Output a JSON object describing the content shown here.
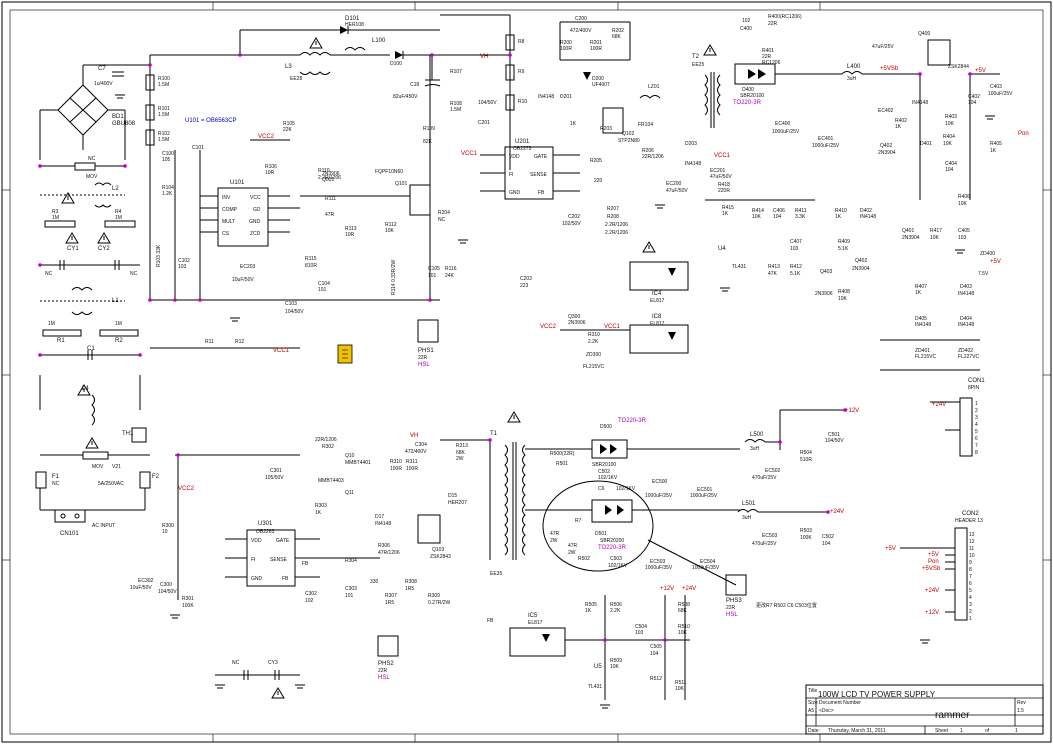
{
  "title_block": {
    "title_label": "Title",
    "title": "100W LCD TV POWER SUPPLY",
    "size_label": "Size",
    "size": "A5",
    "doc_label": "Document Number",
    "doc": "<Doc>",
    "rev_label": "Rev",
    "rev": "1.5",
    "date_label": "Date:",
    "date": "Thursday, March 31, 2011",
    "sheet_label": "Sheet",
    "sheet": "1",
    "of_label": "of",
    "of": "1",
    "author": "rammer"
  },
  "primary_ic_note": "U101 = OB6563CP",
  "annotation_note": "更改R7 R502 C6 C503位置",
  "nets": {
    "vcc2": "VCC2",
    "vcc1": "VCC1",
    "vh": "VH",
    "plus12v": "+12V",
    "plus24v": "+24V",
    "plus5v": "+5V",
    "plus5vsb": "+5VSb",
    "pon": "Pon",
    "fb": "FB",
    "fi": "FI"
  },
  "input": {
    "cn101": "CN101",
    "ac_input": "AC INPUT",
    "f1": "F1",
    "f1_val": "NC",
    "f2": "F2",
    "f2_val": "5A/250VAC",
    "th1": "TH1",
    "v21": "V21",
    "mov": "MOV",
    "nc": "NC",
    "r1": "R1",
    "r2": "R2",
    "r1_val": "1M",
    "l1": "L1",
    "l2": "L2",
    "l4": "L4",
    "cy1": "CY1",
    "cy2": "CY2",
    "bd1": "BD1",
    "bd1_val": "GBU808",
    "c7": "C7",
    "c7_val": "1u/400V"
  },
  "pfc": {
    "u101": "U101",
    "l100": "L100",
    "l3": "L3",
    "d100": "D100",
    "d101": "D101",
    "d101_val": "HER108",
    "q101": "Q101",
    "q101_val": "FQPF10N60",
    "c18": "C18",
    "c18_val": "82uF/450V",
    "ec203": "EC203",
    "ec203_val": "10uF/50V",
    "pins_left": [
      "INV",
      "COMP",
      "MULT",
      "CS"
    ],
    "pins_right": [
      "VCC",
      "GD",
      "GND",
      "ZCD"
    ]
  },
  "standby": {
    "u201": "U201",
    "u201_val": "OB2273",
    "pins_top": [
      "VDD",
      "GATE"
    ],
    "pins_mid": [
      "FI",
      "SENSE"
    ],
    "pins_bot": [
      "GND",
      "FB"
    ],
    "t2": "T2",
    "t2_val": "EE25",
    "q102": "Q102",
    "q102_val": "STP2N80",
    "d400": "D400",
    "d400_val": "SBR20100",
    "ec400": "EC400",
    "ec400_val": "1000uF/25V",
    "l400": "L400",
    "l400_val": "3uH",
    "ic4": "IC4",
    "ic4_val": "EL817",
    "ic8": "IC8",
    "u4": "U4",
    "u4_val": "TL431",
    "phs1": "PHS1",
    "phs1_val": "22R",
    "hsl": "HSL"
  },
  "main": {
    "u301": "U301",
    "u301_val": "OB2263",
    "pins": [
      "VDD",
      "GATE",
      "FI",
      "SENSE",
      "GND",
      "FB"
    ],
    "t1": "T1",
    "t1_val": "EE35",
    "d500": "D500",
    "d500_val": "SBR20100",
    "d501": "D501",
    "d501_val": "SBR20200",
    "to220": "TO220-3R",
    "ec500": "EC500",
    "ec501": "EC501",
    "ec502": "EC502",
    "ec503": "EC503",
    "l500": "L500",
    "l501": "L501",
    "l_val": "3uH",
    "ic5": "IC5",
    "ic5_val": "EL817",
    "u5": "U5",
    "u5_val": "TL431",
    "phs2": "PHS2",
    "phs3": "PHS3",
    "phs_val": "22R"
  },
  "connectors": {
    "con1": "CON1",
    "con1_sub": "8PIN",
    "con2": "CON2",
    "con2_sub": "HEADER 13",
    "con2_pins": [
      "13",
      "12",
      "11",
      "10",
      "9",
      "8",
      "7",
      "6",
      "5",
      "4",
      "3",
      "2",
      "1"
    ],
    "con1_pins": [
      "1",
      "2",
      "3",
      "4",
      "5",
      "6",
      "7",
      "8"
    ],
    "plus24v_label": "+24V"
  },
  "components_misc": [
    {
      "ref": "R100",
      "val": "1.5M"
    },
    {
      "ref": "R101",
      "val": "1.5M"
    },
    {
      "ref": "R102",
      "val": "1.5M"
    },
    {
      "ref": "R103",
      "val": "33K"
    },
    {
      "ref": "R104",
      "val": "1.2K"
    },
    {
      "ref": "R105",
      "val": "22K"
    },
    {
      "ref": "R107",
      "val": ""
    },
    {
      "ref": "R108",
      "val": ""
    },
    {
      "ref": "R110",
      "val": "2.2R/1206"
    },
    {
      "ref": "R111",
      "val": "47R"
    },
    {
      "ref": "R112",
      "val": "10K"
    },
    {
      "ref": "R113",
      "val": "10R"
    },
    {
      "ref": "R114",
      "val": "0.33R/2W"
    },
    {
      "ref": "R116",
      "val": "24K"
    },
    {
      "ref": "C100",
      "val": "105"
    },
    {
      "ref": "C101",
      "val": ""
    },
    {
      "ref": "C102",
      "val": "103"
    },
    {
      "ref": "C103",
      "val": "104/50V"
    },
    {
      "ref": "C104",
      "val": "101"
    },
    {
      "ref": "C105",
      "val": "101"
    }
  ],
  "colors": {
    "wire": "#000000",
    "node": "#c000c0",
    "net_label": "#c00000",
    "ic_label": "#0000c0",
    "highlight": "#f5c000"
  }
}
